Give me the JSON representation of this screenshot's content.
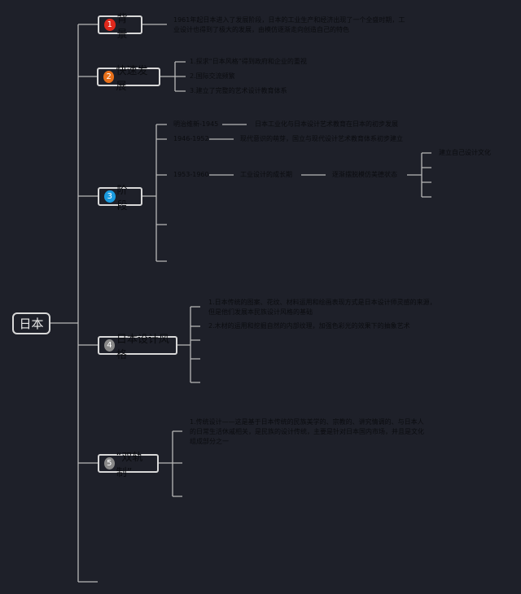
{
  "root": "日本",
  "colors": {
    "b1": "#e0281c",
    "b2": "#e8701a",
    "b3": "#1a9be0",
    "b4": "#8a8a8a",
    "b5": "#8a8a8a"
  },
  "nodes": [
    {
      "num": "1",
      "label": "背景"
    },
    {
      "num": "2",
      "label": "快速发展"
    },
    {
      "num": "3",
      "label": "阶段"
    },
    {
      "num": "4",
      "label": "日本设计风格"
    },
    {
      "num": "5",
      "label": "“双轨制”"
    }
  ],
  "background": {
    "text": "1961年起日本进入了发展阶段，日本的工业生产和经济出现了一个全盛时期，工业设计也得到了极大的发展，由模仿逐渐走向创造自己的特色"
  },
  "development": [
    "1.探求“日本风格”得到政府和企业的重视",
    "2.国际交流频繁",
    "3.建立了完整的艺术设计教育体系"
  ],
  "stages": [
    {
      "period": "明治维新-1945",
      "desc": "日本工业化与日本设计艺术教育在日本的初步发展"
    },
    {
      "period": "1946-1952",
      "desc": "现代意识的萌芽，国立与现代设计艺术教育体系初步建立"
    },
    {
      "period": "1953-1960",
      "desc": "工业设计的成长期",
      "sub": "逐渐摆脱模仿美德状态",
      "subsub": "建立自己设计文化"
    }
  ],
  "style": [
    "1.日本传统的图案、花纹、材料运用和绘画表现方式是日本设计师灵感的来源，但是他们发展本民族设计风格的基础",
    "2.木材的运用和挖掘自然的内部纹理，加强色彩光的效果下的抽象艺术"
  ],
  "dual": [
    "1.传统设计——这是基于日本传统的民族美学的、宗教的、讲究情调的、与日本人的日常生活休戚相关，是民族的设计传统，主要是针对日本国内市场，并且是文化组成部分之一"
  ]
}
